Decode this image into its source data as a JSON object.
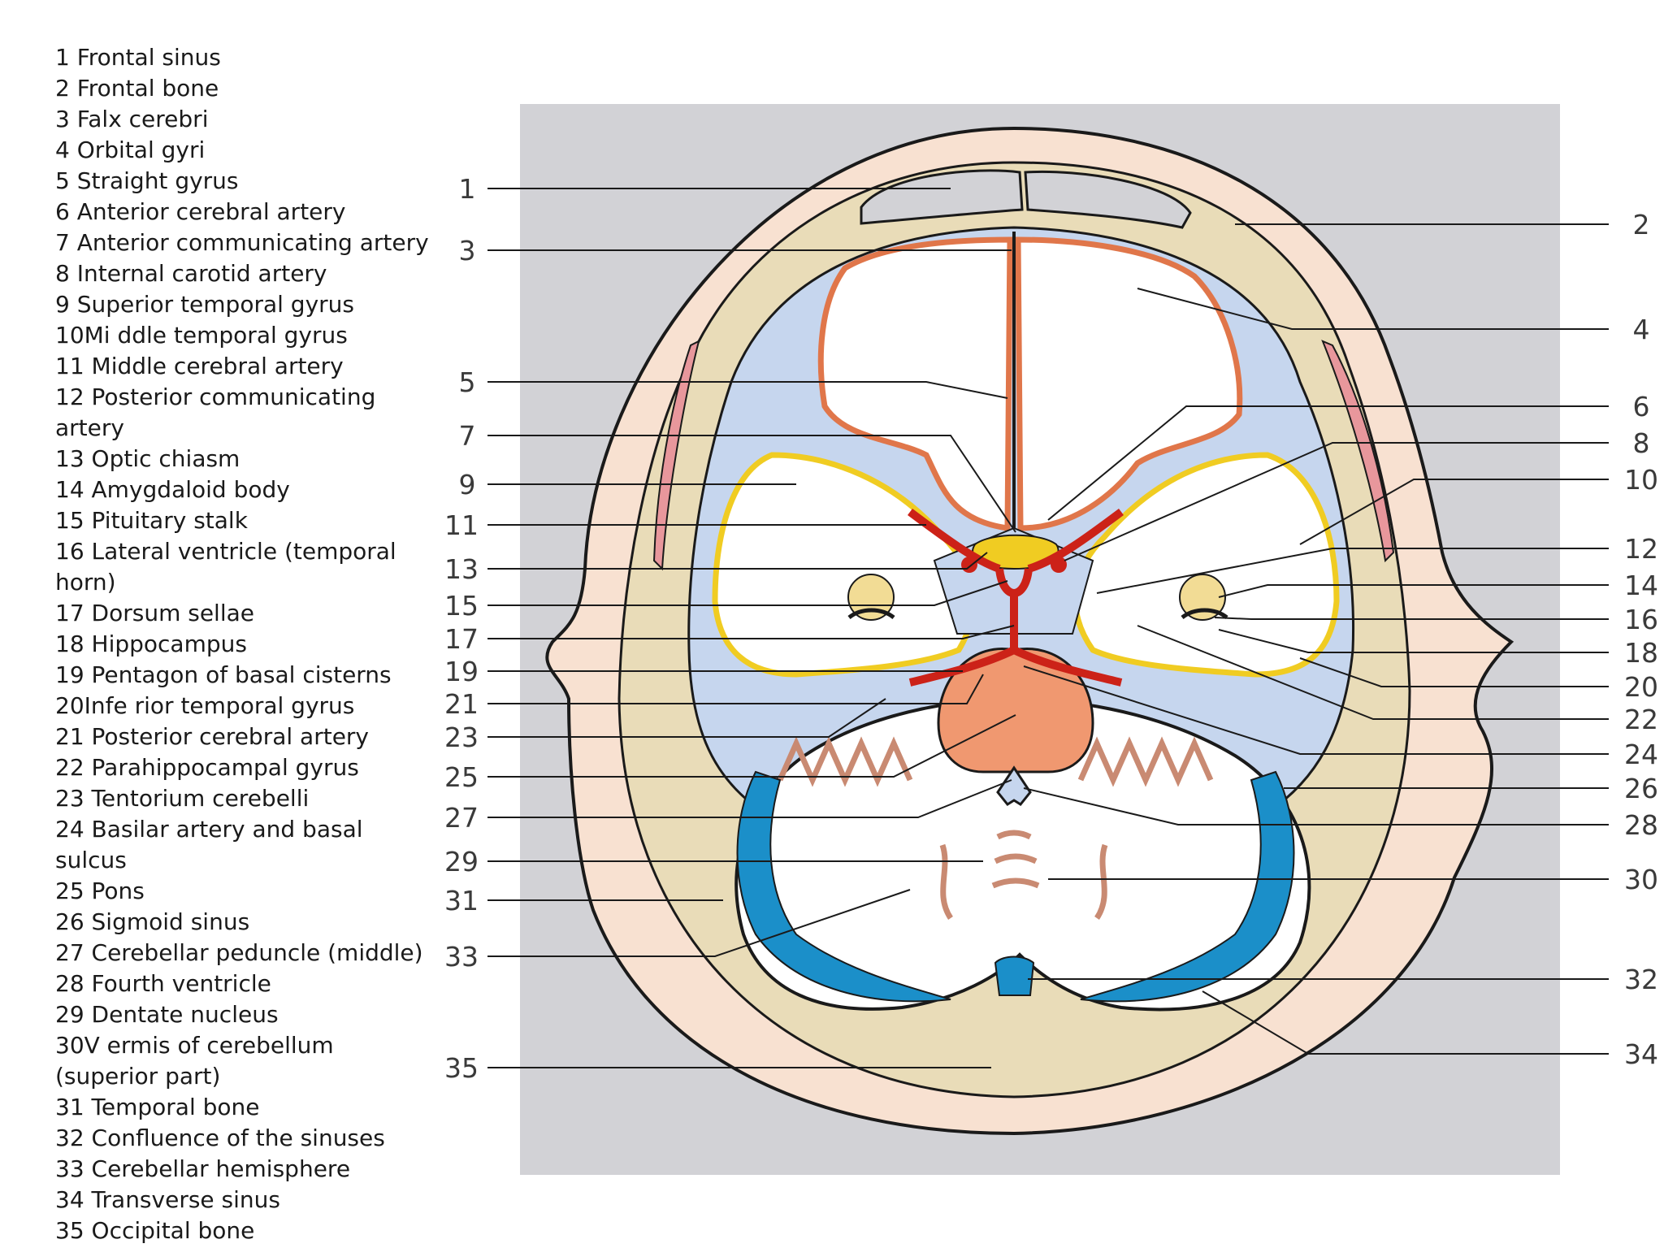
{
  "legend": [
    "1 Frontal sinus",
    "2 Frontal bone",
    "3 Falx cerebri",
    "4 Orbital gyri",
    "5 Straight gyrus",
    "6 Anterior cerebral artery",
    "7 Anterior communicating artery",
    "8 Internal carotid artery",
    "9 Superior temporal gyrus",
    "10Mi ddle temporal gyrus",
    "11 Middle cerebral artery",
    "12 Posterior communicating artery",
    "13 Optic chiasm",
    "14 Amygdaloid body",
    "15 Pituitary stalk",
    "16 Lateral ventricle (temporal horn)",
    "17 Dorsum sellae",
    "18 Hippocampus",
    "19 Pentagon of basal cisterns",
    "20Infe rior temporal gyrus",
    "21 Posterior cerebral artery",
    "22 Parahippocampal gyrus",
    "23 Tentorium cerebelli",
    "24 Basilar artery and basal sulcus",
    "25 Pons",
    "26 Sigmoid sinus",
    "27 Cerebellar peduncle (middle)",
    "28 Fourth ventricle",
    "29 Dentate nucleus",
    "30V ermis of cerebellum (superior part)",
    "31 Temporal bone",
    "32 Confluence of the sinuses",
    "33 Cerebellar hemisphere",
    "34 Transverse sinus",
    "35 Occipital bone"
  ],
  "callouts_left": [
    "1",
    "3",
    "5",
    "7",
    "9",
    "11",
    "13",
    "15",
    "17",
    "19",
    "21",
    "23",
    "25",
    "27",
    "29",
    "31",
    "33",
    "35"
  ],
  "callouts_right": [
    "2",
    "4",
    "6",
    "8",
    "10",
    "12",
    "14",
    "16",
    "18",
    "20",
    "22",
    "24",
    "26",
    "28",
    "30",
    "32",
    "34"
  ],
  "colors": {
    "panel": "#d2d2d6",
    "skin": "#f8e1d1",
    "bone": "#e9dcb8",
    "csf": "#c6d6ee",
    "cortex": "#e0764a",
    "temporal_outline": "#f0cc22",
    "artery": "#cc2218",
    "pons": "#f09870",
    "cerebellum_folia": "#c98a72",
    "venous_sinus": "#1b8fc9",
    "muscle": "#e8979c"
  }
}
